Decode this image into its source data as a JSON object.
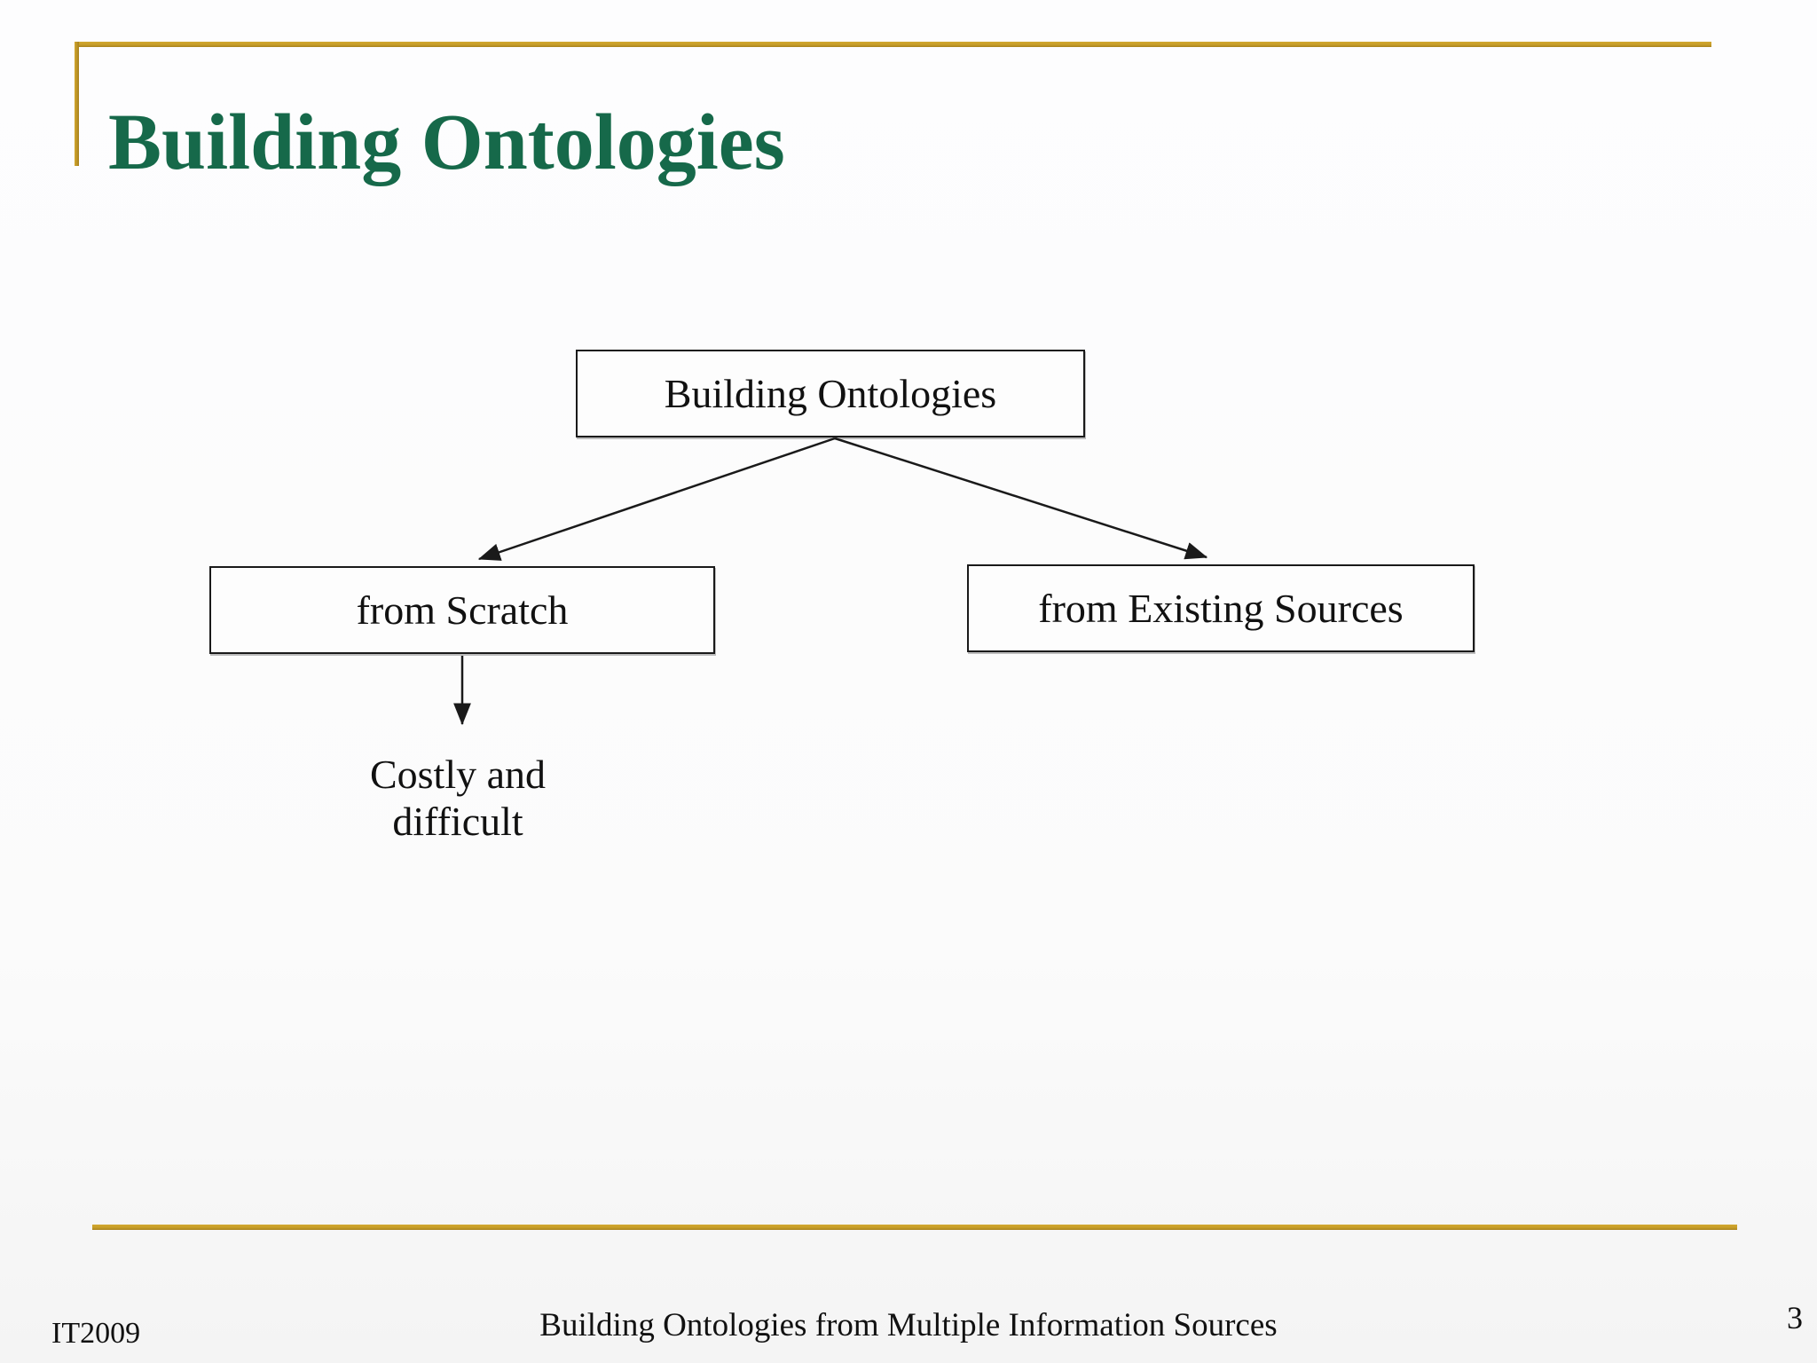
{
  "slide": {
    "title": "Building Ontologies"
  },
  "diagram": {
    "root_label": "Building Ontologies",
    "left_label": "from Scratch",
    "right_label": "from Existing Sources",
    "note_lines": [
      "Costly and",
      "difficult"
    ]
  },
  "footer": {
    "course_code": "IT2009",
    "caption": "Building Ontologies from Multiple Information Sources",
    "page_number": "3"
  },
  "colors": {
    "title_green": "#16694a",
    "accent_gold": "#c79e29",
    "diagram_ink": "#1a1a1a"
  }
}
